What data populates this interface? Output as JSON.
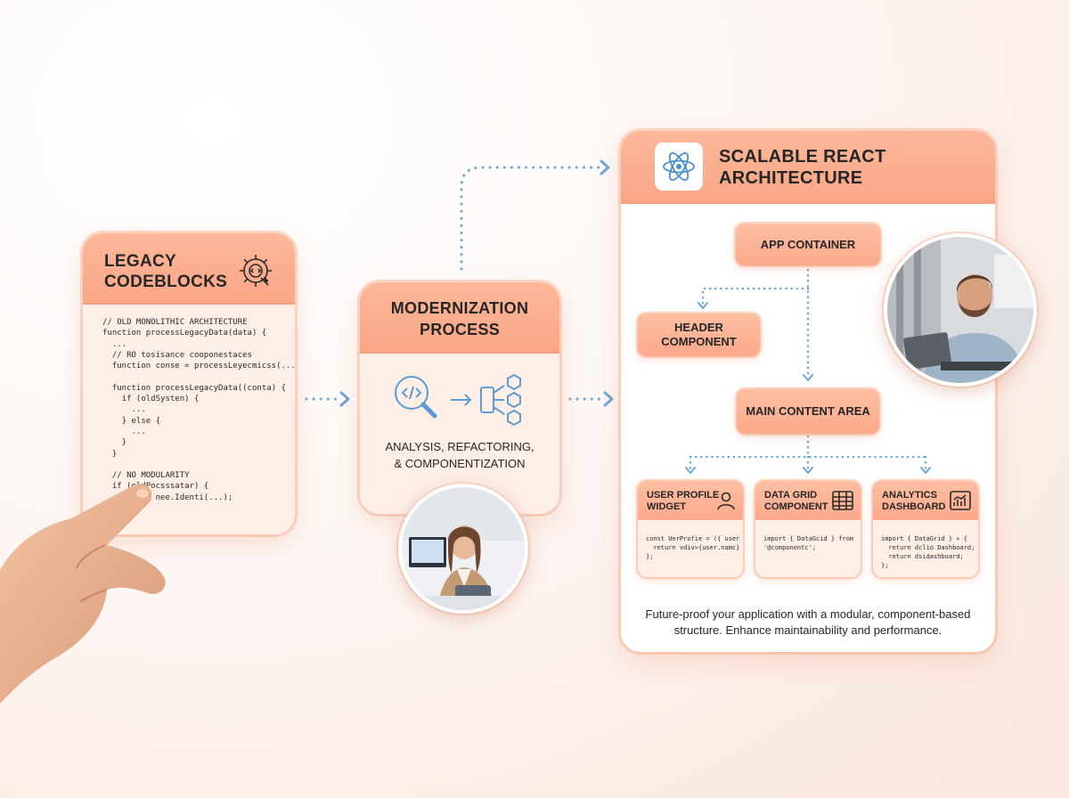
{
  "legacy": {
    "title_line1": "LEGACY",
    "title_line2": "CODEBLOCKS",
    "icon": "gear-code-icon",
    "code": "// OLD MONOLITHIC ARCHITECTURE\nfunction processLegacyData(data) {\n  ...\n  // RO tosisance cooponestaces\n  function conse = processLeyecmicss(...);\n\n  function processLegacyData((conta) {\n    if (oldSysten) {\n      ...\n    } else {\n      ...\n    }\n  }\n\n  // NO MODULARITY\n  if (oldPocsssatar) {\n    return nee.Identi(...);\n  }\n  ...\n}"
  },
  "modernization": {
    "title_line1": "MODERNIZATION",
    "title_line2": "PROCESS",
    "subtitle_line1": "ANALYSIS, REFACTORING,",
    "subtitle_line2": "& COMPONENTIZATION",
    "icons": [
      "magnifier-code-icon",
      "arrow-right-icon",
      "component-tree-icon"
    ]
  },
  "architecture": {
    "title_line1": "SCALABLE REACT",
    "title_line2": "ARCHITECTURE",
    "logo": "react-logo-icon",
    "nodes": {
      "app_container": "APP CONTAINER",
      "header_line1": "HEADER",
      "header_line2": "COMPONENT",
      "main_content": "MAIN CONTENT AREA"
    },
    "widgets": [
      {
        "title_line1": "USER PROFILE",
        "title_line2": "WIDGET",
        "icon": "user-icon",
        "code": "const UerProfie = ({ user }) <> {\n  return vdiv>{user.namc} </Bin;\n};"
      },
      {
        "title_line1": "DATA GRID",
        "title_line2": "COMPONENT",
        "icon": "grid-table-icon",
        "code": "import { DataGcid } from\n'@componentc';"
      },
      {
        "title_line1": "ANALYTICS",
        "title_line2": "DASHBOARD",
        "icon": "chart-icon",
        "code": "import { DataGrid } » {\n  return dclio Dashboard;\n  return dsidashboard;\n};"
      }
    ],
    "footer_line1": "Future-proof your application with a modular, component-based",
    "footer_line2": "structure. Enhance maintainability and performance."
  },
  "colors": {
    "accent": "#f9a686",
    "accent_light": "#fdeee6",
    "connector": "#6aa6d8"
  }
}
